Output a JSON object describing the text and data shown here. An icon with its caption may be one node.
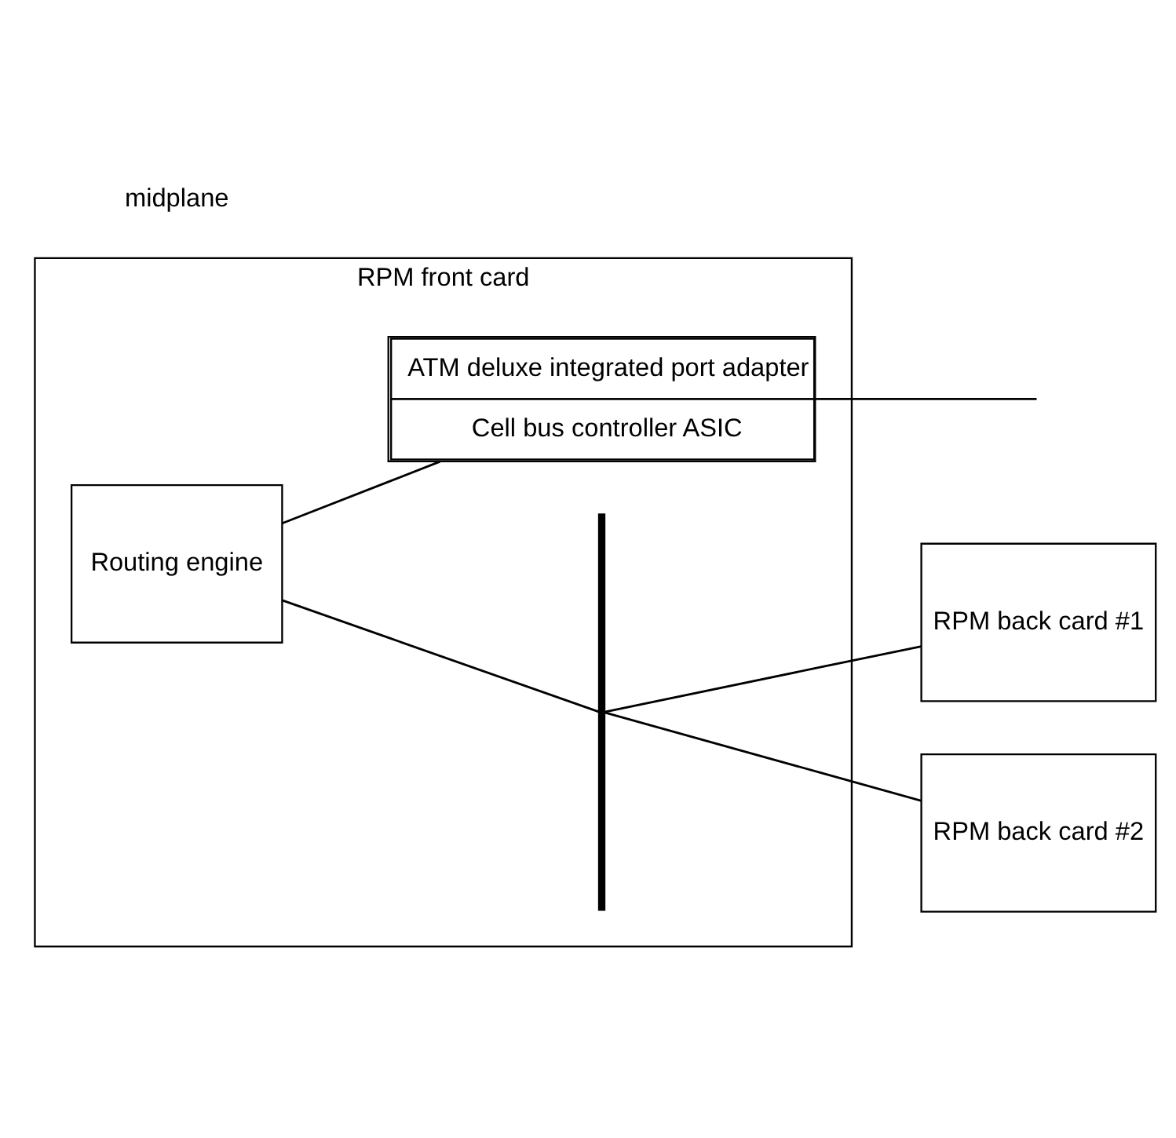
{
  "diagram": {
    "nodes": [
      {
        "text": [
          "RPM front card"
        ]
      },
      {
        "text": [
          "Routing engine"
        ],
        "in": 0
      },
      {
        "text": [
          "ATM deluxe integrated port adapter",
          "Cell bus controller ASIC"
        ],
        "in": 0
      },
      {
        "text": [],
        "shape": "bar",
        "in": 0
      },
      {
        "text": [
          "RPM back card #1"
        ]
      },
      {
        "text": [
          "RPM back card #2"
        ]
      }
    ],
    "edges": [
      {
        "from": 1,
        "to": 3,
        "arrow": "none"
      },
      {
        "from": 1,
        "to": 2,
        "arrow": "none"
      },
      {
        "from": 3,
        "to": 4,
        "arrow": "none"
      },
      {
        "from": 3,
        "to": 5,
        "arrow": "none"
      },
      {
        "from": 2,
        "to": null,
        "arrow": "none"
      }
    ],
    "labels": [
      "midplane"
    ]
  }
}
